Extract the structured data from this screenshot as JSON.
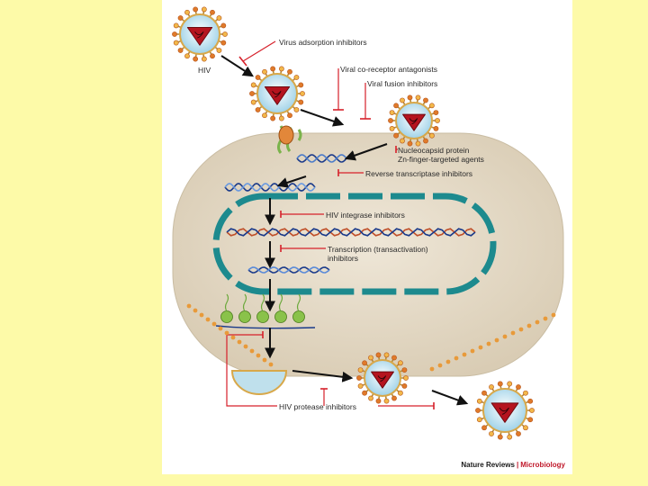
{
  "figure": {
    "labels": {
      "hiv": "HIV",
      "adsorption": "Virus adsorption inhibitors",
      "coreceptor": "Viral co-receptor antagonists",
      "fusion": "Viral fusion inhibitors",
      "nucleocapsid_1": "Nucleocapsid protein",
      "nucleocapsid_2": "Zn-finger-targeted agents",
      "rt": "Reverse transcriptase inhibitors",
      "integrase": "HIV integrase inhibitors",
      "transcription_1": "Transcription (transactivation)",
      "transcription_2": "inhibitors",
      "protease": "HIV protease inhibitors"
    },
    "credit": {
      "journal": "Nature Reviews",
      "separator": "|",
      "subject": "Microbiology"
    },
    "colors": {
      "background": "#fdfaa8",
      "cell": "#e4dac8",
      "nucleus": "#1d8a8e",
      "capsid": "#b5141f",
      "inhibitor": "#d6202a",
      "arrow": "#111111"
    }
  }
}
